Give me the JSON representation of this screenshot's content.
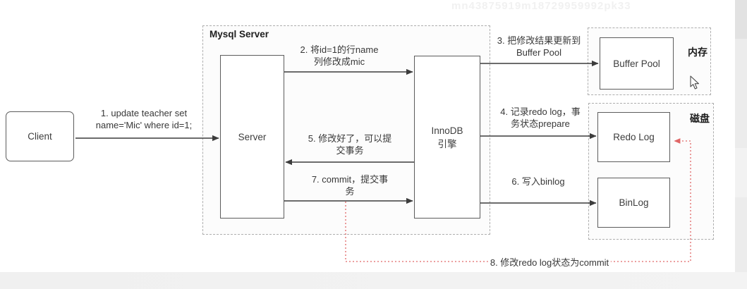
{
  "colors": {
    "box_border": "#5c5c5c",
    "dashed_border": "#aeaeae",
    "arrow": "#3c3c3c",
    "red_accent": "#e06666",
    "text": "#3a3a3a",
    "background": "#ffffff"
  },
  "watermark": "mn43875919m18729959992pk33",
  "containers": {
    "mysql_server": "Mysql Server",
    "memory": "内存",
    "disk": "磁盘"
  },
  "nodes": {
    "client": "Client",
    "server": "Server",
    "innodb_line1": "InnoDB",
    "innodb_line2": "引擎",
    "buffer_pool": "Buffer Pool",
    "redo_log": "Redo Log",
    "binlog": "BinLog"
  },
  "steps": {
    "s1": {
      "line1": "1. update teacher set",
      "line2": "name='Mic' where id=1;"
    },
    "s2": {
      "line1": "2. 将id=1的行name",
      "line2": "列修改成mic"
    },
    "s3": {
      "line1": "3. 把修改结果更新到",
      "line2": "Buffer Pool"
    },
    "s4": {
      "line1": "4. 记录redo log，事",
      "line2": "务状态prepare"
    },
    "s5": {
      "line1": "5. 修改好了，可以提",
      "line2": "交事务"
    },
    "s6": {
      "line1": "6. 写入binlog"
    },
    "s7": {
      "line1": "7. commit，提交事",
      "line2": "务"
    },
    "s8": {
      "line1": "8. 修改redo log状态为commit"
    }
  }
}
